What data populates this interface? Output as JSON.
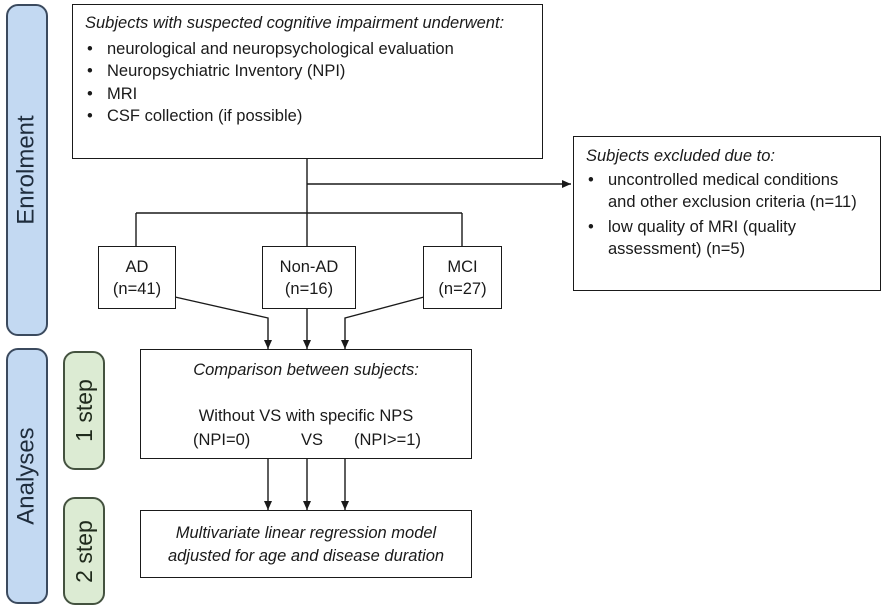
{
  "phases": {
    "enrolment": "Enrolment",
    "analyses": "Analyses"
  },
  "steps": {
    "step1": "1 step",
    "step2": "2 step"
  },
  "enrolment_box": {
    "heading": "Subjects with suspected cognitive impairment underwent:",
    "items": [
      "neurological and neuropsychological evaluation",
      "Neuropsychiatric Inventory (NPI)",
      "MRI",
      "CSF collection (if possible)"
    ]
  },
  "excluded_box": {
    "heading": "Subjects excluded due to:",
    "items": [
      "uncontrolled medical conditions and other exclusion criteria (n=11)",
      "low quality of MRI (quality assessment) (n=5)"
    ]
  },
  "groups": [
    {
      "label": "AD",
      "count": "(n=41)"
    },
    {
      "label": "Non-AD",
      "count": "(n=16)"
    },
    {
      "label": "MCI",
      "count": "(n=27)"
    }
  ],
  "comparison_box": {
    "heading": "Comparison between subjects:",
    "line1": "Without VS with specific NPS",
    "left": "(NPI=0)",
    "vs": "VS",
    "right": "(NPI>=1)"
  },
  "regression_box": {
    "line1": "Multivariate linear regression model",
    "line2": "adjusted for age and disease duration"
  }
}
